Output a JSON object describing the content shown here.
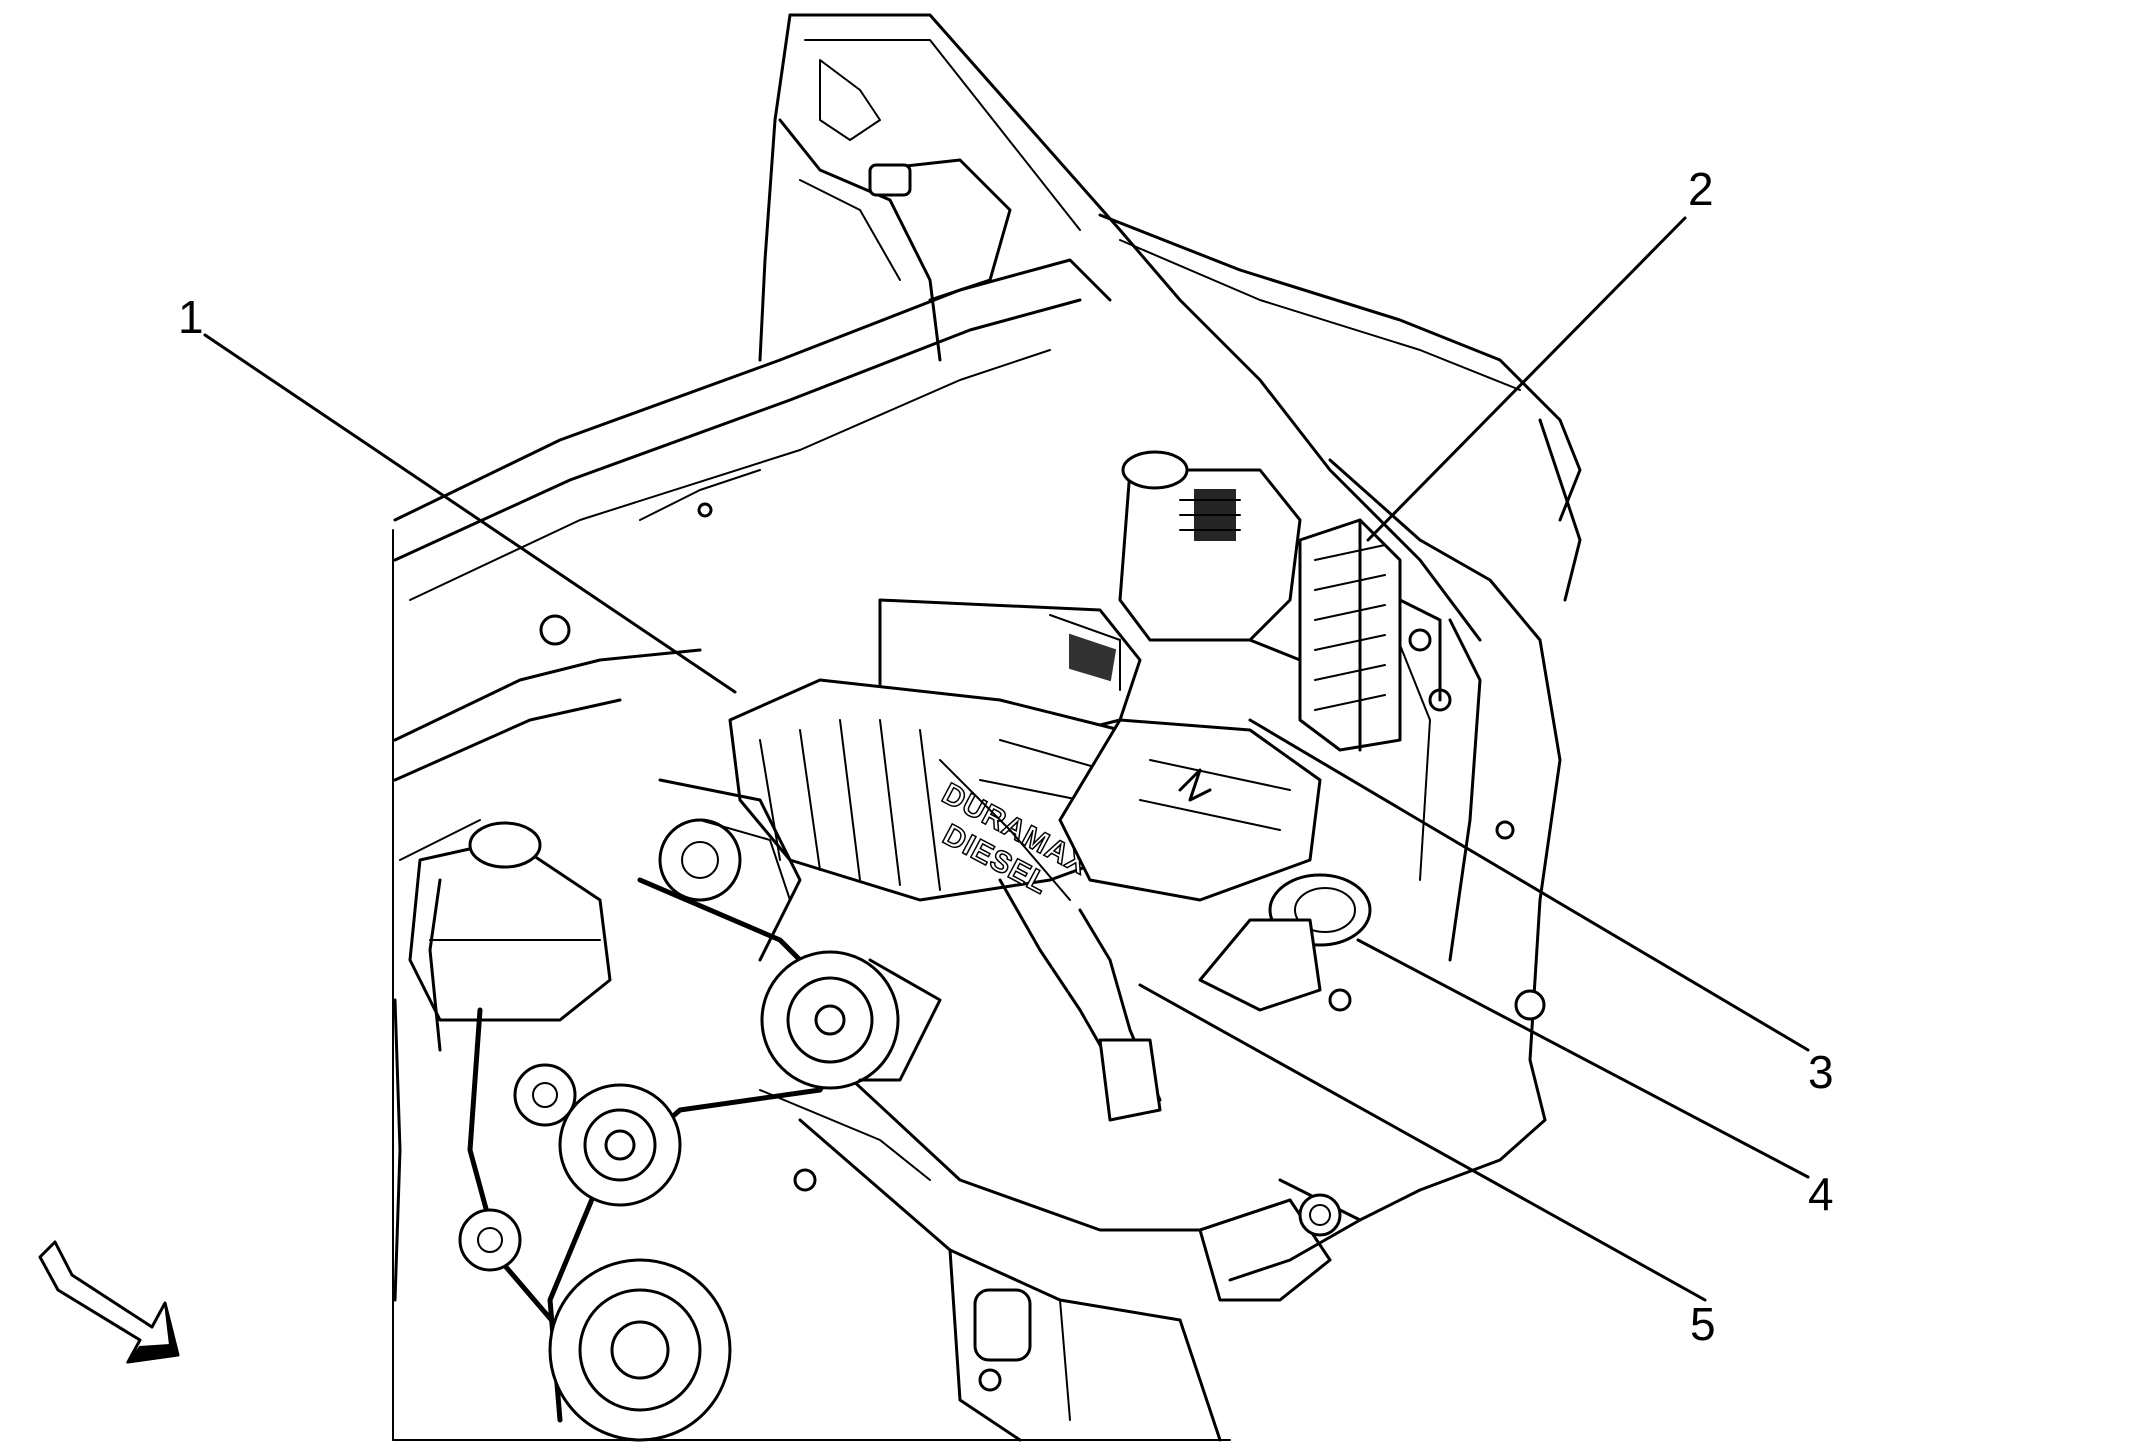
{
  "callouts": [
    {
      "id": "1",
      "label": "1"
    },
    {
      "id": "2",
      "label": "2"
    },
    {
      "id": "3",
      "label": "3"
    },
    {
      "id": "4",
      "label": "4"
    },
    {
      "id": "5",
      "label": "5"
    }
  ],
  "engine_cover": {
    "line1": "DURAMAX",
    "line2": "DIESEL"
  },
  "view_arrow": {
    "icon": "front-direction-arrow-icon"
  }
}
